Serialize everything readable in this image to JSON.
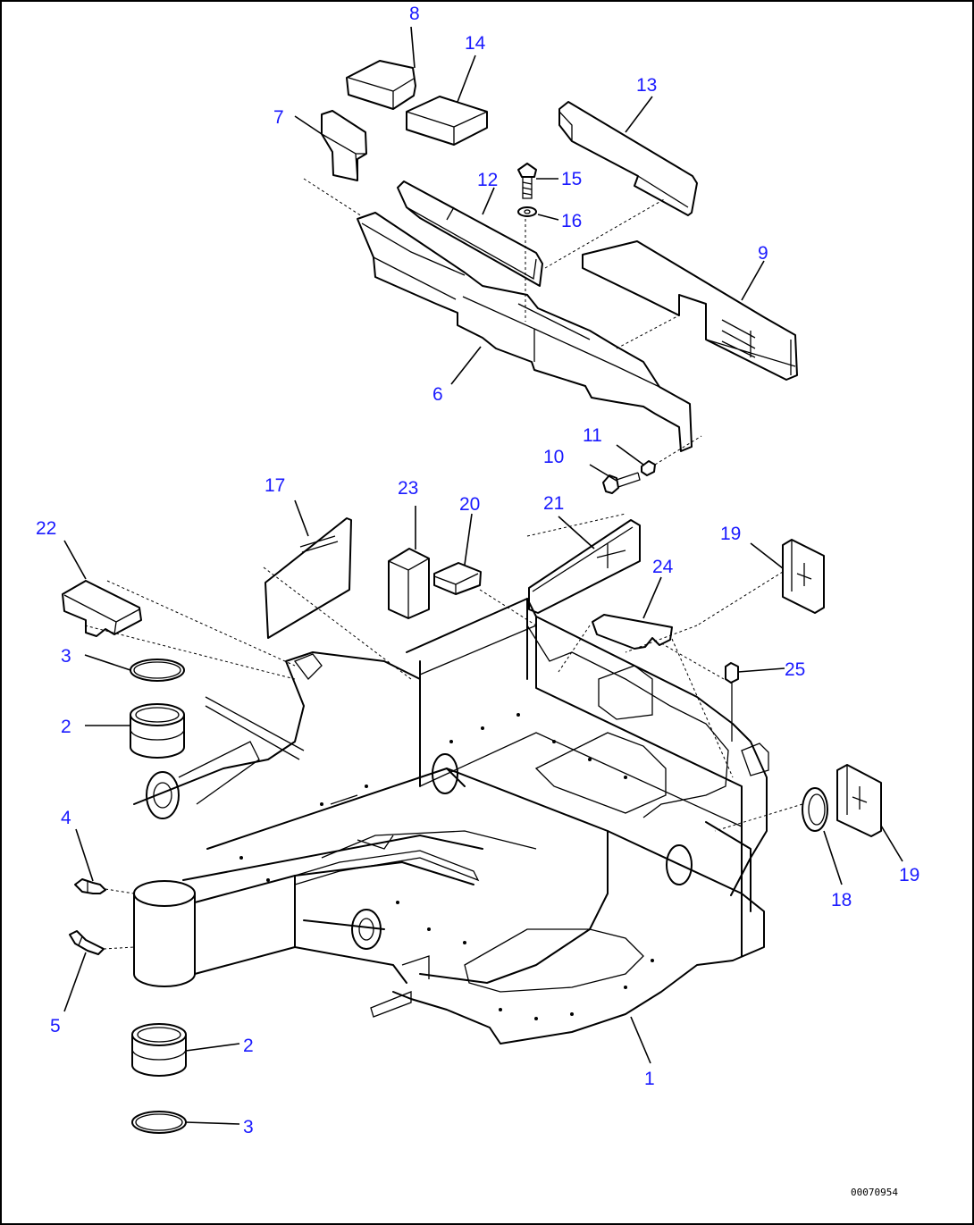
{
  "diagram": {
    "drawing_number": "00070954",
    "callouts": {
      "c1": "1",
      "c2a": "2",
      "c2b": "2",
      "c3a": "3",
      "c3b": "3",
      "c4": "4",
      "c5": "5",
      "c6": "6",
      "c7": "7",
      "c8": "8",
      "c9": "9",
      "c10": "10",
      "c11": "11",
      "c12": "12",
      "c13": "13",
      "c14": "14",
      "c15": "15",
      "c16": "16",
      "c17": "17",
      "c18": "18",
      "c19a": "19",
      "c19b": "19",
      "c20": "20",
      "c21": "21",
      "c22": "22",
      "c23": "23",
      "c24": "24",
      "c25": "25"
    }
  },
  "colors": {
    "callout": "#1a1aff",
    "line": "#000000",
    "background": "#ffffff"
  }
}
